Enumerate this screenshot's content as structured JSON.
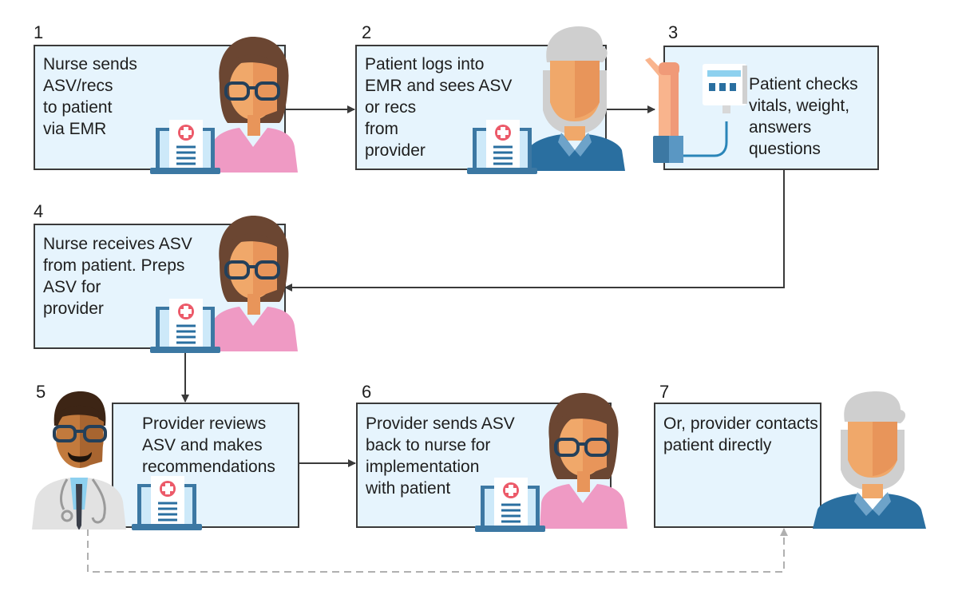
{
  "diagram": {
    "type": "workflow",
    "colors": {
      "box_fill": "#e6f4fd",
      "box_border": "#3a3a3a",
      "arrow": "#3a3a3a",
      "dashed_arrow": "#b0b0b0",
      "nurse_scrubs": "#ef9ac4",
      "patient_shirt": "#2a6fa0",
      "skin": "#f0a86a",
      "hair_gray": "#cfcfcf",
      "hair_brown": "#6b4632",
      "cross_red": "#ec5a69",
      "laptop_blue": "#3c78a3"
    },
    "steps": [
      {
        "number": "1",
        "text": "Nurse sends\nASV/recs\nto patient\nvia EMR",
        "actor": "nurse",
        "device": "laptop-with-medical-record"
      },
      {
        "number": "2",
        "text": "Patient logs into\nEMR and sees ASV\nor recs\nfrom\nprovider",
        "actor": "patient",
        "device": "laptop-with-medical-record"
      },
      {
        "number": "3",
        "text": "Patient checks\nvitals, weight,\nanswers\nquestions",
        "actor": "patient-arm",
        "device": "blood-pressure-monitor"
      },
      {
        "number": "4",
        "text": "Nurse receives ASV\nfrom patient. Preps\nASV for\nprovider",
        "actor": "nurse",
        "device": "laptop-with-medical-record"
      },
      {
        "number": "5",
        "text": "Provider reviews\nASV and makes\nrecommendations",
        "actor": "doctor",
        "device": "laptop-with-medical-record"
      },
      {
        "number": "6",
        "text": "Provider sends ASV\nback to nurse for\nimplementation\nwith patient",
        "actor": "nurse",
        "device": "laptop-with-medical-record"
      },
      {
        "number": "7",
        "text": "Or, provider contacts\npatient directly",
        "actor": "patient",
        "device": ""
      }
    ],
    "connections": [
      {
        "from": "1",
        "to": "2",
        "style": "solid"
      },
      {
        "from": "2",
        "to": "3",
        "style": "solid"
      },
      {
        "from": "3",
        "to": "4",
        "style": "solid"
      },
      {
        "from": "4",
        "to": "5",
        "style": "solid"
      },
      {
        "from": "5",
        "to": "6",
        "style": "solid"
      },
      {
        "from": "5",
        "to": "7",
        "style": "dashed"
      }
    ]
  }
}
